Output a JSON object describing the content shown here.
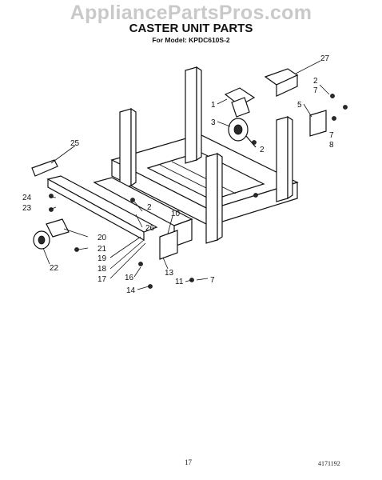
{
  "watermark": "AppliancePartsPros.com",
  "title": "CASTER UNIT PARTS",
  "subtitle": "For Model: KPDC610S-2",
  "footer": {
    "page": "17",
    "doc_number": "4171192"
  },
  "callouts": {
    "c1": "1",
    "c2a": "2",
    "c2b": "2",
    "c2c": "2",
    "c3": "3",
    "c5": "5",
    "c7a": "7",
    "c7b": "7",
    "c7c": "7",
    "c8": "8",
    "c10": "10",
    "c11": "11",
    "c13": "13",
    "c14": "14",
    "c16": "16",
    "c17": "17",
    "c18": "18",
    "c19": "19",
    "c20": "20",
    "c21": "21",
    "c22": "22",
    "c23": "23",
    "c24": "24",
    "c25": "25",
    "c26": "26",
    "c27": "27"
  }
}
